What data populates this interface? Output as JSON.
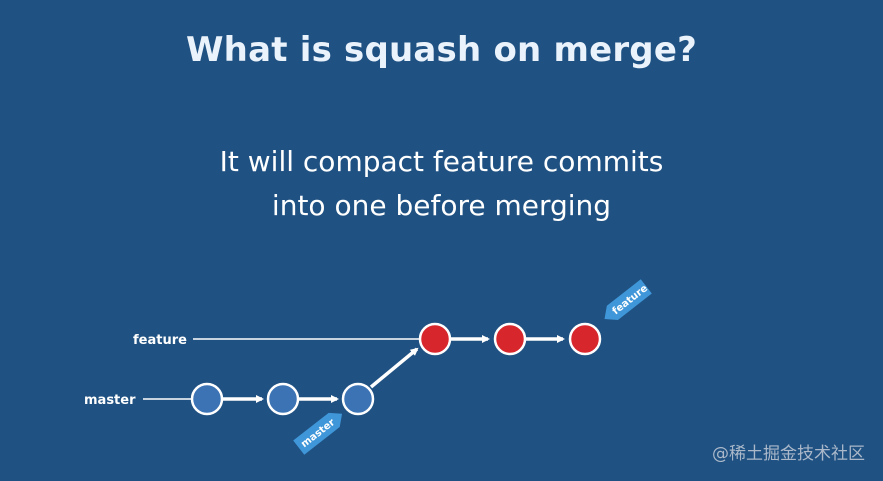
{
  "title": "What is squash on merge?",
  "subtitle": {
    "line1": "It will compact feature commits",
    "line2": "into one before merging"
  },
  "branches": {
    "feature_label": "feature",
    "master_label": "master"
  },
  "tags": {
    "feature_tag": "feature",
    "master_tag": "master"
  },
  "watermark": "@稀土掘金技术社区",
  "colors": {
    "background": "#1f5182",
    "master_commit": "#3b73b4",
    "feature_commit": "#d8262d",
    "tag": "#3f97d9",
    "line": "#ffffff"
  }
}
